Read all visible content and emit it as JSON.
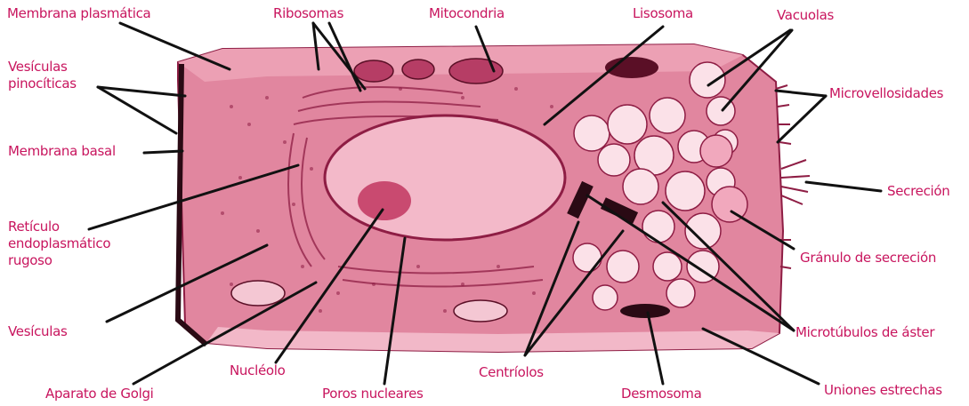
{
  "colors": {
    "label": "#c8155e",
    "line": "#111111",
    "cell_fill": "#e1869f",
    "cell_light": "#f4c7d3",
    "cell_dark": "#8e1d44",
    "nucleus_fill": "#f3b9c9",
    "nucleolus": "#c94a70"
  },
  "labels": {
    "membrana_plasmatica": "Membrana plasmática",
    "ribosomas": "Ribosomas",
    "mitocondria": "Mitocondria",
    "lisosoma": "Lisosoma",
    "vacuolas": "Vacuolas",
    "vesiculas_pinociticas_1": "Vesículas",
    "vesiculas_pinociticas_2": "pinocíticas",
    "microvellosidades": "Microvellosidades",
    "membrana_basal": "Membrana basal",
    "secrecion": "Secreción",
    "reticulo_1": "Retículo",
    "reticulo_2": "endoplasmático",
    "reticulo_3": "rugoso",
    "granulo_secrecion": "Gránulo de secreción",
    "vesiculas": "Vesículas",
    "microtubulos_aster": "Microtúbulos de áster",
    "nucleolo": "Nucléolo",
    "centriolos": "Centríolos",
    "aparato_golgi": "Aparato de Golgi",
    "poros_nucleares": "Poros nucleares",
    "desmosoma": "Desmosoma",
    "uniones_estrechas": "Uniones estrechas"
  }
}
